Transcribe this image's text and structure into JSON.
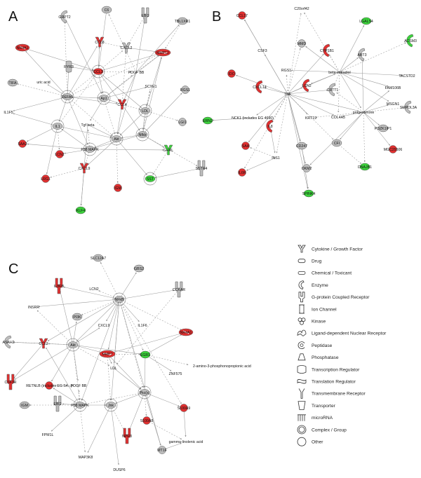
{
  "colors": {
    "up": "#e03030",
    "down": "#3cd23c",
    "neutral": "#bdbdbd",
    "outline": "#555555",
    "edge": "#9a9a9a"
  },
  "panels": [
    {
      "label": "A",
      "nodes": [
        {
          "id": "C6",
          "label": "C6",
          "kind": "neutral"
        },
        {
          "id": "GRPT2",
          "label": "GRPT2",
          "kind": "neutral"
        },
        {
          "id": "EBI2",
          "label": "EBI2",
          "kind": "neutral"
        },
        {
          "id": "TBL1XR1",
          "label": "TBL1XR1",
          "kind": "neutral"
        },
        {
          "id": "NR4A1",
          "label": "NR4A1",
          "kind": "up"
        },
        {
          "id": "CCL8",
          "label": "CCL8",
          "kind": "up"
        },
        {
          "id": "CXCL2",
          "label": "CXCL2",
          "kind": "neutral"
        },
        {
          "id": "MMP12",
          "label": "MMP12",
          "kind": "up"
        },
        {
          "id": "RYR3",
          "label": "RYR3",
          "kind": "neutral"
        },
        {
          "id": "CCL3",
          "label": "CCL3",
          "kind": "up"
        },
        {
          "id": "PDGFBB",
          "label": "PDGF BB",
          "kind": "neutral"
        },
        {
          "id": "uric",
          "label": "uric acid",
          "kind": "neutral"
        },
        {
          "id": "TIFA",
          "label": "TIFA",
          "kind": "neutral"
        },
        {
          "id": "DEFA5",
          "label": "DEFA5",
          "kind": "neutral"
        },
        {
          "id": "Ap1",
          "label": "Ap1",
          "kind": "neutral"
        },
        {
          "id": "SCYE1",
          "label": "SCYE1",
          "kind": "neutral"
        },
        {
          "id": "RGS1",
          "label": "RGS1",
          "kind": "neutral"
        },
        {
          "id": "CCL4",
          "label": "CCL4",
          "kind": "up"
        },
        {
          "id": "IL1F5",
          "label": "IL1F5",
          "kind": "neutral"
        },
        {
          "id": "IL1",
          "label": "IL1",
          "kind": "neutral"
        },
        {
          "id": "LDL",
          "label": "LDL",
          "kind": "neutral"
        },
        {
          "id": "Tgfbeta",
          "label": "Tgf beta",
          "kind": "neutral"
        },
        {
          "id": "LGI1",
          "label": "LGI1",
          "kind": "neutral"
        },
        {
          "id": "Akt",
          "label": "Akt",
          "kind": "neutral"
        },
        {
          "id": "Nfkb",
          "label": "Nfkb",
          "kind": "neutral"
        },
        {
          "id": "SAA2",
          "label": "SAA2",
          "kind": "up"
        },
        {
          "id": "P38MAPK",
          "label": "P38 MAPK",
          "kind": "neutral"
        },
        {
          "id": "LCN2",
          "label": "LCN2",
          "kind": "up"
        },
        {
          "id": "GHRL",
          "label": "GHRL",
          "kind": "down"
        },
        {
          "id": "CXCL9",
          "label": "CXCL9",
          "kind": "up"
        },
        {
          "id": "SSTR4",
          "label": "SSTR4",
          "kind": "neutral"
        },
        {
          "id": "LRG1",
          "label": "LRG1",
          "kind": "up"
        },
        {
          "id": "IGM",
          "label": "IGM",
          "kind": "up"
        },
        {
          "id": "SST",
          "label": "SST",
          "kind": "down"
        },
        {
          "id": "KLF4",
          "label": "KLF4",
          "kind": "down"
        }
      ]
    },
    {
      "label": "B",
      "nodes": [
        {
          "id": "CCL17",
          "label": "CCL17",
          "kind": "up"
        },
        {
          "id": "C20orf",
          "label": "C20orf42",
          "kind": "neutral"
        },
        {
          "id": "LGALS4",
          "label": "LGALS4",
          "kind": "down"
        },
        {
          "id": "ACSM3",
          "label": "ACSM3",
          "kind": "down"
        },
        {
          "id": "CSF3",
          "label": "CSF3",
          "kind": "neutral"
        },
        {
          "id": "MMD",
          "label": "MMD",
          "kind": "neutral"
        },
        {
          "id": "CYP1B1",
          "label": "CYP1B1",
          "kind": "up"
        },
        {
          "id": "ABT3",
          "label": "ABT3",
          "kind": "neutral"
        },
        {
          "id": "IDO",
          "label": "IDO",
          "kind": "up"
        },
        {
          "id": "RGS1b",
          "label": "RGS1",
          "kind": "neutral"
        },
        {
          "id": "beta",
          "label": "beta-estradiol",
          "kind": "neutral"
        },
        {
          "id": "TACSTD2",
          "label": "TACSTD2",
          "kind": "neutral"
        },
        {
          "id": "CXCL14",
          "label": "CXCL14",
          "kind": "up"
        },
        {
          "id": "TNF",
          "label": "TNF",
          "kind": "neutral"
        },
        {
          "id": "LCN2b",
          "label": "LCN2",
          "kind": "up"
        },
        {
          "id": "CRTT1",
          "label": "CRTT1",
          "kind": "neutral"
        },
        {
          "id": "FAM106B",
          "label": "FAM106B",
          "kind": "neutral"
        },
        {
          "id": "progesterone",
          "label": "progesterone",
          "kind": "neutral"
        },
        {
          "id": "MSGN1",
          "label": "MSGN1",
          "kind": "neutral"
        },
        {
          "id": "SMPDL3A",
          "label": "SMPDL3A",
          "kind": "neutral"
        },
        {
          "id": "ERN2",
          "label": "ERN2",
          "kind": "down"
        },
        {
          "id": "NCK1",
          "label": "NCK1 (includes EG 4690)",
          "kind": "neutral"
        },
        {
          "id": "KRT19",
          "label": "KRT19",
          "kind": "neutral"
        },
        {
          "id": "COL4A5",
          "label": "COL4A5",
          "kind": "neutral"
        },
        {
          "id": "IL8",
          "label": "IL8",
          "kind": "up"
        },
        {
          "id": "CD247",
          "label": "CD247",
          "kind": "neutral"
        },
        {
          "id": "PDZK1IP1",
          "label": "PDZK1IP1",
          "kind": "neutral"
        },
        {
          "id": "CFI",
          "label": "CFI",
          "kind": "neutral"
        },
        {
          "id": "MGC29506",
          "label": "MGC29506",
          "kind": "up"
        },
        {
          "id": "SAAb",
          "label": "SAA",
          "kind": "up"
        },
        {
          "id": "INS1",
          "label": "INS1",
          "kind": "neutral"
        },
        {
          "id": "OKM2",
          "label": "OKM2",
          "kind": "neutral"
        },
        {
          "id": "DNAJB1",
          "label": "DNAJB1",
          "kind": "down"
        },
        {
          "id": "IL6R",
          "label": "IL6R",
          "kind": "up"
        },
        {
          "id": "SPINK4",
          "label": "SPINK4",
          "kind": "down"
        }
      ]
    },
    {
      "label": "C",
      "nodes": [
        {
          "id": "SLC12A7",
          "label": "SLC12A7",
          "kind": "neutral"
        },
        {
          "id": "GBS2",
          "label": "GBS2",
          "kind": "neutral"
        },
        {
          "id": "IL8RB",
          "label": "IL8RB",
          "kind": "up"
        },
        {
          "id": "LCN2c",
          "label": "LCN2",
          "kind": "neutral"
        },
        {
          "id": "NFkB",
          "label": "NFkB",
          "kind": "neutral"
        },
        {
          "id": "CCKAR",
          "label": "CCKAR",
          "kind": "neutral"
        },
        {
          "id": "INSRR",
          "label": "INSRR",
          "kind": "neutral"
        },
        {
          "id": "PI3K",
          "label": "PI3K",
          "kind": "neutral"
        },
        {
          "id": "CXCL9c",
          "label": "CXCL9",
          "kind": "neutral"
        },
        {
          "id": "IL1F6",
          "label": "IL1F6",
          "kind": "neutral"
        },
        {
          "id": "NR4A1c",
          "label": "NR4A1",
          "kind": "up"
        },
        {
          "id": "ASAH2",
          "label": "ASAH2",
          "kind": "neutral"
        },
        {
          "id": "CCL2",
          "label": "CCL2",
          "kind": "up"
        },
        {
          "id": "Aktc",
          "label": "Akt",
          "kind": "neutral"
        },
        {
          "id": "MMP7",
          "label": "MMP7",
          "kind": "up"
        },
        {
          "id": "EGR1",
          "label": "EGR1",
          "kind": "down"
        },
        {
          "id": "amino",
          "label": "2-amino-3-phosphonopropionic acid",
          "kind": "neutral"
        },
        {
          "id": "LDLc",
          "label": "LDL",
          "kind": "neutral"
        },
        {
          "id": "ZNF575",
          "label": "ZNF575",
          "kind": "neutral"
        },
        {
          "id": "CSF3R",
          "label": "CSF3R",
          "kind": "up"
        },
        {
          "id": "RETNLB",
          "label": "RETNLB (includes EG S4...)",
          "kind": "up"
        },
        {
          "id": "PDGFBBc",
          "label": "PDGF BB",
          "kind": "neutral"
        },
        {
          "id": "Pkcs",
          "label": "Pkc(s)",
          "kind": "neutral"
        },
        {
          "id": "IGMc",
          "label": "IGM",
          "kind": "neutral"
        },
        {
          "id": "EBI2c",
          "label": "EBI2",
          "kind": "neutral"
        },
        {
          "id": "P38c",
          "label": "P38 MAPK",
          "kind": "neutral"
        },
        {
          "id": "Jnk",
          "label": "Jnk",
          "kind": "neutral"
        },
        {
          "id": "S100A8",
          "label": "S100A8",
          "kind": "up"
        },
        {
          "id": "S100A9",
          "label": "S100A9",
          "kind": "up"
        },
        {
          "id": "NPR3",
          "label": "NPR3",
          "kind": "up"
        },
        {
          "id": "FPM1L",
          "label": "FPM1L",
          "kind": "neutral"
        },
        {
          "id": "MAP3K8",
          "label": "MAP3K8",
          "kind": "neutral"
        },
        {
          "id": "MT1F",
          "label": "MT1F",
          "kind": "neutral"
        },
        {
          "id": "gamma",
          "label": "gamma-linolenic acid",
          "kind": "neutral"
        },
        {
          "id": "DUSP6",
          "label": "DUSP6",
          "kind": "neutral"
        }
      ]
    }
  ],
  "legend": [
    {
      "icon": "cytokine-icon",
      "label": "Cytokine / Growth Factor"
    },
    {
      "icon": "drug-icon",
      "label": "Drug"
    },
    {
      "icon": "chemical-icon",
      "label": "Chemical / Toxicant"
    },
    {
      "icon": "enzyme-icon",
      "label": "Enzyme"
    },
    {
      "icon": "gpcr-icon",
      "label": "G-protein Coupled Receptor"
    },
    {
      "icon": "ion-channel-icon",
      "label": "Ion Channel"
    },
    {
      "icon": "kinase-icon",
      "label": "Kinase"
    },
    {
      "icon": "nuclear-receptor-icon",
      "label": "Ligand-dependent Nuclear Receptor"
    },
    {
      "icon": "peptidase-icon",
      "label": "Peptidase"
    },
    {
      "icon": "phosphatase-icon",
      "label": "Phosphatase"
    },
    {
      "icon": "transcription-regulator-icon",
      "label": "Transcription Regulator"
    },
    {
      "icon": "translation-regulator-icon",
      "label": "Translation Regulator"
    },
    {
      "icon": "transmembrane-receptor-icon",
      "label": "Transmembrane Receptor"
    },
    {
      "icon": "transporter-icon",
      "label": "Transporter"
    },
    {
      "icon": "microrna-icon",
      "label": "microRNA"
    },
    {
      "icon": "complex-icon",
      "label": "Complex / Group"
    },
    {
      "icon": "other-icon",
      "label": "Other"
    }
  ]
}
